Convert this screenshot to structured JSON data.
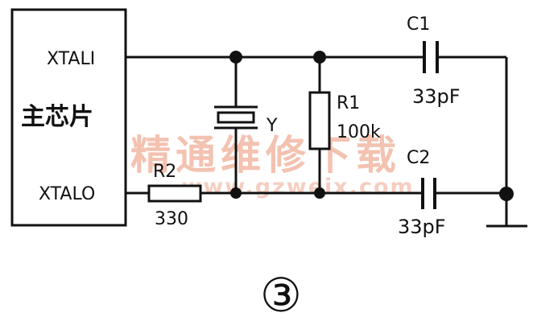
{
  "chip": {
    "label": "主芯片",
    "pin_xtali": "XTALI",
    "pin_xtalo": "XTALO"
  },
  "components": {
    "crystal": {
      "ref": "Y"
    },
    "r1": {
      "ref": "R1",
      "value": "100k"
    },
    "r2": {
      "ref": "R2",
      "value": "330"
    },
    "c1": {
      "ref": "C1",
      "value": "33pF"
    },
    "c2": {
      "ref": "C2",
      "value": "33pF"
    }
  },
  "figure_number": "③",
  "watermark": {
    "text": "精通维修下载",
    "url": "www.gzweix.com"
  },
  "colors": {
    "ink": "#111111",
    "watermark": "#f2b8a4"
  }
}
